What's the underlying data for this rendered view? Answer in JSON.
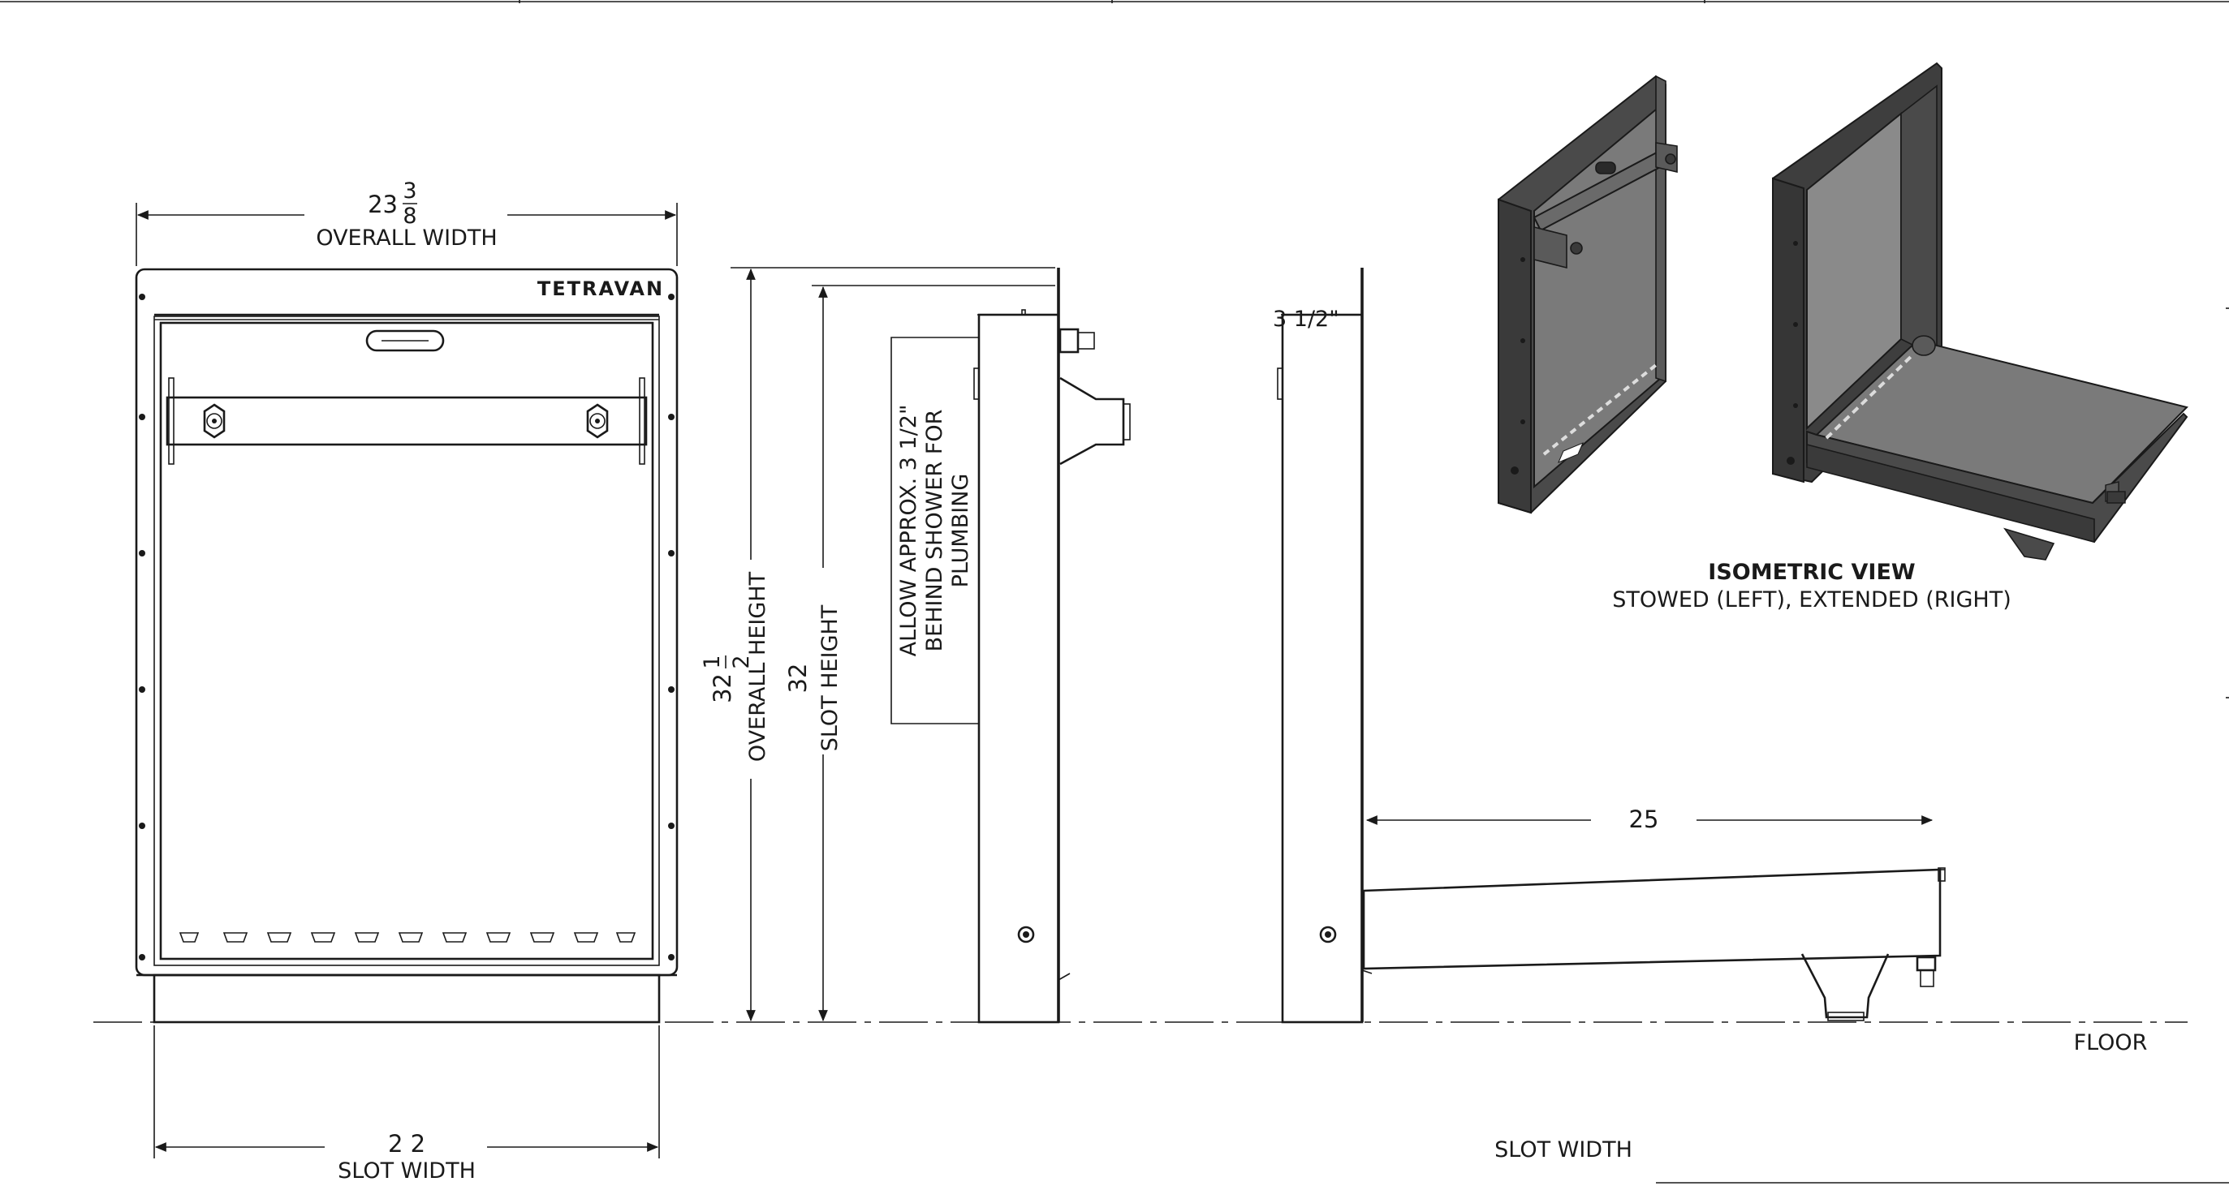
{
  "front_view": {
    "overall_width_value": "23",
    "overall_width_num": "3",
    "overall_width_den": "8",
    "overall_width_label": "OVERALL WIDTH",
    "brand": "TETRAVAN",
    "slot_width_value": "2 2",
    "slot_width_label": "SLOT WIDTH"
  },
  "side_view": {
    "overall_height_value": "32",
    "overall_height_num": "1",
    "overall_height_den": "2",
    "overall_height_label": "OVERALL HEIGHT",
    "slot_height_value": "32",
    "slot_height_label": "SLOT HEIGHT",
    "plumbing_note": [
      "ALLOW APPROX. 3 1/2\"",
      "BEHIND SHOWER FOR",
      "PLUMBING"
    ]
  },
  "extended_view": {
    "depth_note": "3 1/2\"",
    "extension_value": "25",
    "slot_width_label": "SLOT WIDTH",
    "floor_label": "FLOOR"
  },
  "isometric_view": {
    "title": "ISOMETRIC VIEW",
    "subtitle": "STOWED (LEFT), EXTENDED (RIGHT)"
  },
  "colors": {
    "line": "#1a1a1a",
    "panel_dark": "#4a4a4a",
    "panel_mid": "#7a7a7a",
    "background": "#ffffff"
  }
}
